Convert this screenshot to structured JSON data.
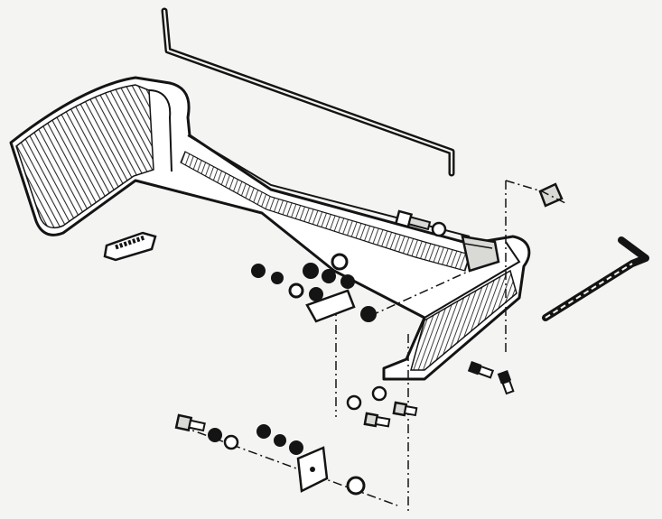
{
  "colors": {
    "background": "#f4f4f2",
    "ink": "#141414",
    "hatch": "#2a2a2a",
    "fill": "#ffffff",
    "shade": "#d9d9d6"
  },
  "parts": [
    "bumper-blade",
    "rubber-seal-strip",
    "bumper-bracket",
    "license-plate-light",
    "bolt-washer-nut-sets",
    "mounting-clip",
    "jack-handle-rod"
  ]
}
